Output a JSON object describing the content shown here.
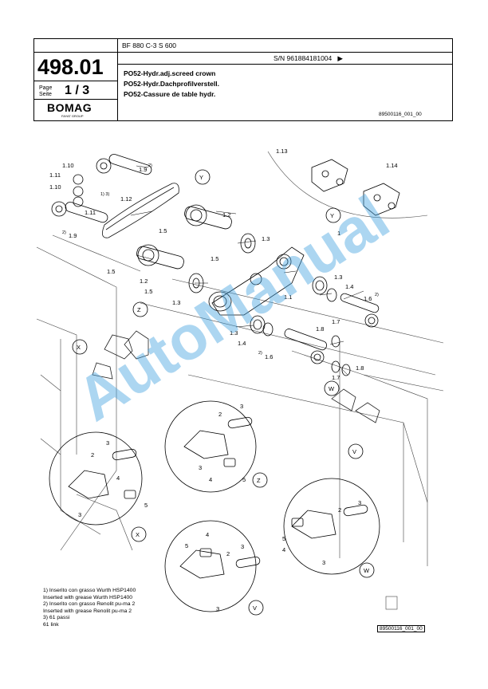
{
  "header": {
    "page_number": "498.01",
    "page_label_1": "Page",
    "page_label_2": "Seite",
    "page_of": "1 / 3",
    "logo": "BOMAG",
    "logo_sub": "FAYAT GROUP",
    "model": "BF 880 C-3 S 600",
    "serial": "S/N 961884181004",
    "serial_arrow": "▶",
    "title_en": "PO52-Hydr.adj.screed crown",
    "title_de": "PO52-Hydr.Dachprofilverstell.",
    "title_fr": "PO52-Cassure de table hydr.",
    "drawing_code": "89500116_001_00"
  },
  "callouts": {
    "c1_10a": "1.10",
    "c1_11a": "1.11",
    "c1_10b": "1.10",
    "c1_11b": "1.11",
    "c1_9a": "1.9",
    "sup2a": "2)",
    "c1_9b": "1.9",
    "sup2b": "2)",
    "c1_12": "1.12",
    "sup13": "1) 3)",
    "c1_2a": "1.2",
    "c1_2b": "1.2",
    "c1_5a": "1.5",
    "c1_5b": "1.5",
    "c1_5c": "1.5",
    "c1_5d": "1.5",
    "c1_3a": "1.3",
    "c1_3b": "1.3",
    "c1_3c": "1.3",
    "c1_3d": "1.3",
    "c1_1": "1.1",
    "c1": "1",
    "c1_13": "1.13",
    "c1_14": "1.14",
    "c1_4a": "1.4",
    "c1_4b": "1.4",
    "c1_6a": "1.6",
    "sup2c": "2)",
    "c1_6b": "1.6",
    "sup2d": "2)",
    "c1_7a": "1.7",
    "c1_7b": "1.7",
    "c1_8a": "1.8",
    "c1_8b": "1.8",
    "Y": "Y",
    "Z": "Z",
    "X": "X",
    "W": "W",
    "V": "V",
    "n2": "2",
    "n3": "3",
    "n4": "4",
    "n5": "5"
  },
  "notes": [
    "1)  Inserito con grasso Wurth HSP1400",
    "      Inserted with grease Wurth HSP1400",
    "2)  Inserito con grasso Renolit pu-ma 2",
    "      Inserted with grease Renolit pu-ma 2",
    "3)  61 passi",
    "      61 link"
  ],
  "footer_code": "89500116_001_00",
  "watermark": "AutoManual"
}
